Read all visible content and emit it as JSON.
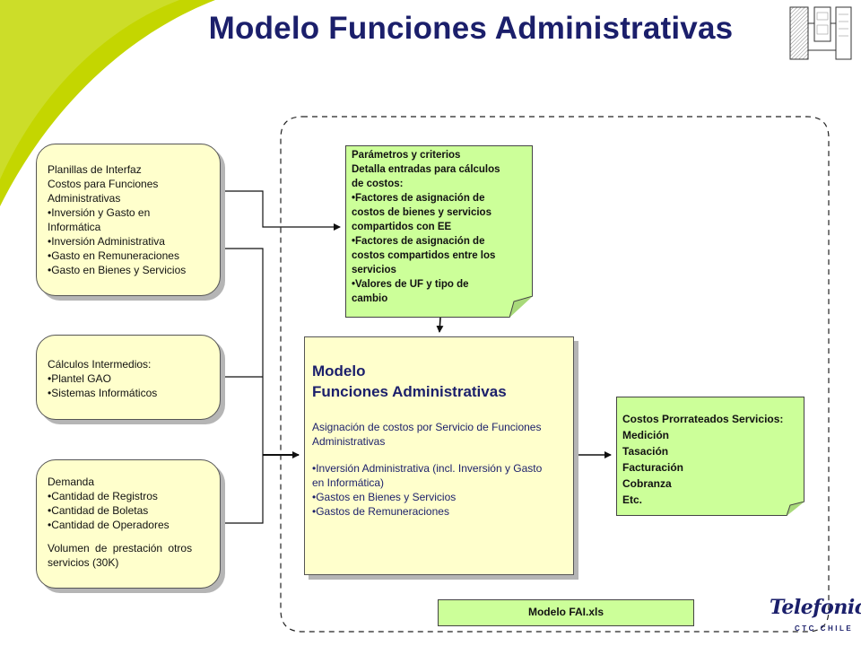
{
  "title": "Modelo Funciones Administrativas",
  "inputs": [
    {
      "lines": [
        "Planillas de Interfaz",
        "Costos para Funciones",
        "Administrativas",
        "•Inversión y Gasto en",
        "Informática",
        "•Inversión Administrativa",
        "•Gasto en Remuneraciones",
        "•Gasto en Bienes y Servicios"
      ]
    },
    {
      "lines": [
        "Cálculos Intermedios:",
        "•Plantel GAO",
        "•Sistemas Informáticos"
      ]
    },
    {
      "lines": [
        "Demanda",
        "•Cantidad de Registros",
        "•Cantidad de Boletas",
        "•Cantidad de Operadores",
        "",
        "Volumen de prestación otros",
        "servicios (30K)"
      ]
    }
  ],
  "parameters": {
    "lines": [
      "Parámetros y criterios",
      "Detalla entradas para cálculos",
      "de costos:",
      "•Factores de asignación de",
      "costos de bienes y servicios",
      "compartidos con EE",
      "•Factores de asignación de",
      "costos compartidos entre los",
      "servicios",
      "•Valores de UF y tipo de",
      "cambio"
    ]
  },
  "model": {
    "title_line1": "Modelo",
    "title_line2": "Funciones Administrativas",
    "description_lines": [
      "Asignación de costos por Servicio de Funciones",
      "Administrativas",
      "",
      "•Inversión Administrativa (incl. Inversión y Gasto",
      "en Informática)",
      "•Gastos en Bienes y Servicios",
      "•Gastos de Remuneraciones"
    ]
  },
  "output": {
    "lines": [
      "Costos Prorrateados Servicios:",
      "Medición",
      "Tasación",
      "Facturación",
      "Cobranza",
      "Etc."
    ]
  },
  "file_label": "Modelo FAI.xls",
  "logo": {
    "brand": "Telefonica",
    "sub": "CTC CHILE"
  },
  "colors": {
    "title": "#1b1f6b",
    "input_fill": "#ffffcc",
    "note_fill": "#ccff99",
    "accent_swoosh": "#c4d600"
  }
}
